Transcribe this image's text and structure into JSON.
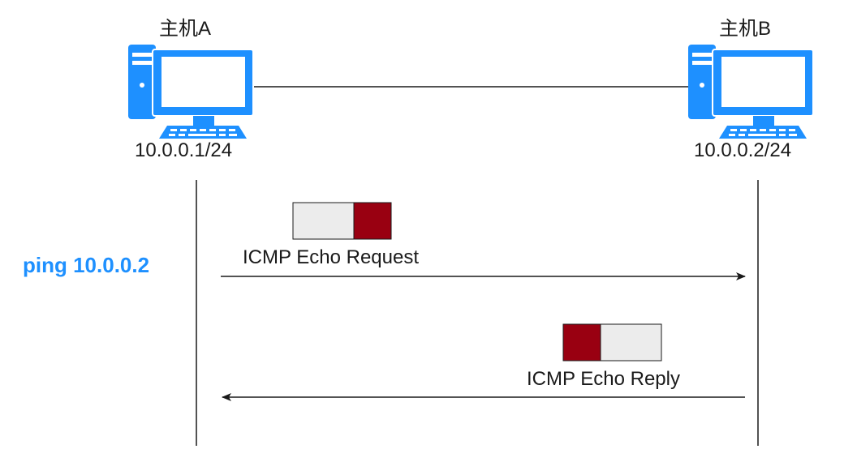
{
  "host_a": {
    "name": "主机A",
    "ip": "10.0.0.1/24"
  },
  "host_b": {
    "name": "主机B",
    "ip": "10.0.0.2/24"
  },
  "command": "ping 10.0.0.2",
  "request": {
    "label": "ICMP Echo Request",
    "direction": "A-to-B"
  },
  "reply": {
    "label": "ICMP Echo Reply",
    "direction": "B-to-A"
  },
  "colors": {
    "computer": "#1e90ff",
    "packet_header": "#990011",
    "packet_body": "#ececec",
    "command_text": "#1e90ff",
    "line": "#1a1a1a"
  },
  "icons": {
    "host_a": "desktop-computer-icon",
    "host_b": "desktop-computer-icon"
  }
}
